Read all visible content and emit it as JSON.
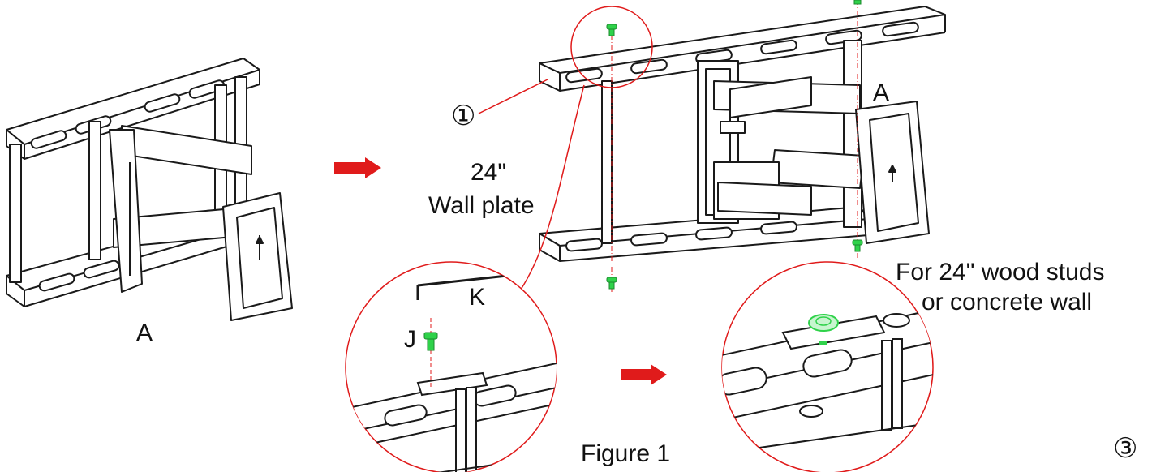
{
  "labels": {
    "mount_a_left": "A",
    "mount_a_right": "A",
    "callout_number": "①",
    "plate_size": "24\"",
    "plate_name": "Wall plate",
    "hex_key": "K",
    "screw": "J",
    "stud_line1": "For 24\" wood studs",
    "stud_line2": "or concrete wall",
    "figure_caption": "Figure 1",
    "page_number": "③"
  },
  "colors": {
    "line": "#1a1a1a",
    "accent_red": "#e01b1b",
    "screw_green": "#2fd24a"
  }
}
